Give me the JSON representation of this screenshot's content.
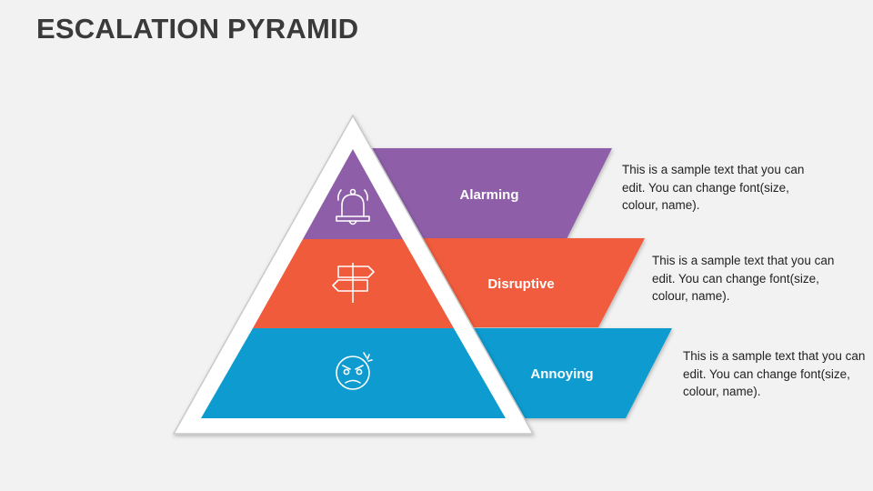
{
  "title": "ESCALATION PYRAMID",
  "colors": {
    "background": "#f2f2f2",
    "level_top": "#8e5fa8",
    "level_middle": "#f05b3c",
    "level_bottom": "#0d9bd0",
    "pyramid_frame": "#ffffff"
  },
  "levels": [
    {
      "label": "Alarming",
      "icon": "bell-icon",
      "description": "This is a sample text that you can edit. You can change font(size, colour, name)."
    },
    {
      "label": "Disruptive",
      "icon": "signpost-icon",
      "description": "This is a sample text that you can edit. You can change font(size, colour, name)."
    },
    {
      "label": "Annoying",
      "icon": "angry-face-icon",
      "description": "This is a sample text that you can edit. You can change font(size, colour, name)."
    }
  ]
}
